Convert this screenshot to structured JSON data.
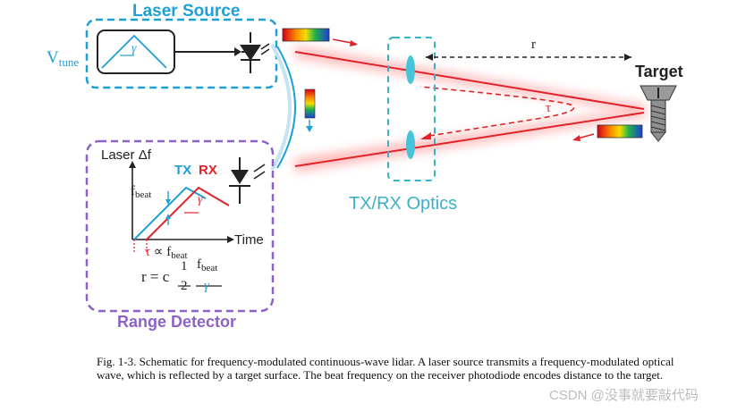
{
  "laser_source": {
    "title": "Laser Source",
    "vtune_main": "V",
    "vtune_sub": "tune",
    "gamma": "γ"
  },
  "range_detector": {
    "title": "Range Detector",
    "axis_y": "Laser Δf",
    "axis_x": "Time",
    "tx": "TX",
    "rx": "RX",
    "fbeat_main": "f",
    "fbeat_sub": "beat",
    "gamma": "γ",
    "tau": "τ",
    "prop": " ∝ ",
    "formula_lhs": "r = c",
    "half_num": "1",
    "half_den": "2",
    "gamma_den": "γ"
  },
  "optics": {
    "title": "TX/RX Optics",
    "r_label": "r",
    "tau_label": "τ"
  },
  "target": {
    "label": "Target"
  },
  "caption": "Fig. 1-3.  Schematic for frequency-modulated continuous-wave lidar. A laser source transmits a frequency-modulated optical wave, which is reflected by a target surface. The beat frequency on the receiver photodiode encodes distance to the target.",
  "watermark": "CSDN @没事就要敲代码",
  "colors": {
    "laser_blue": "#1e9fd6",
    "detector_purple": "#8d62c8",
    "optics_teal": "#3ab1c8",
    "beam_red": "#e0232a"
  }
}
